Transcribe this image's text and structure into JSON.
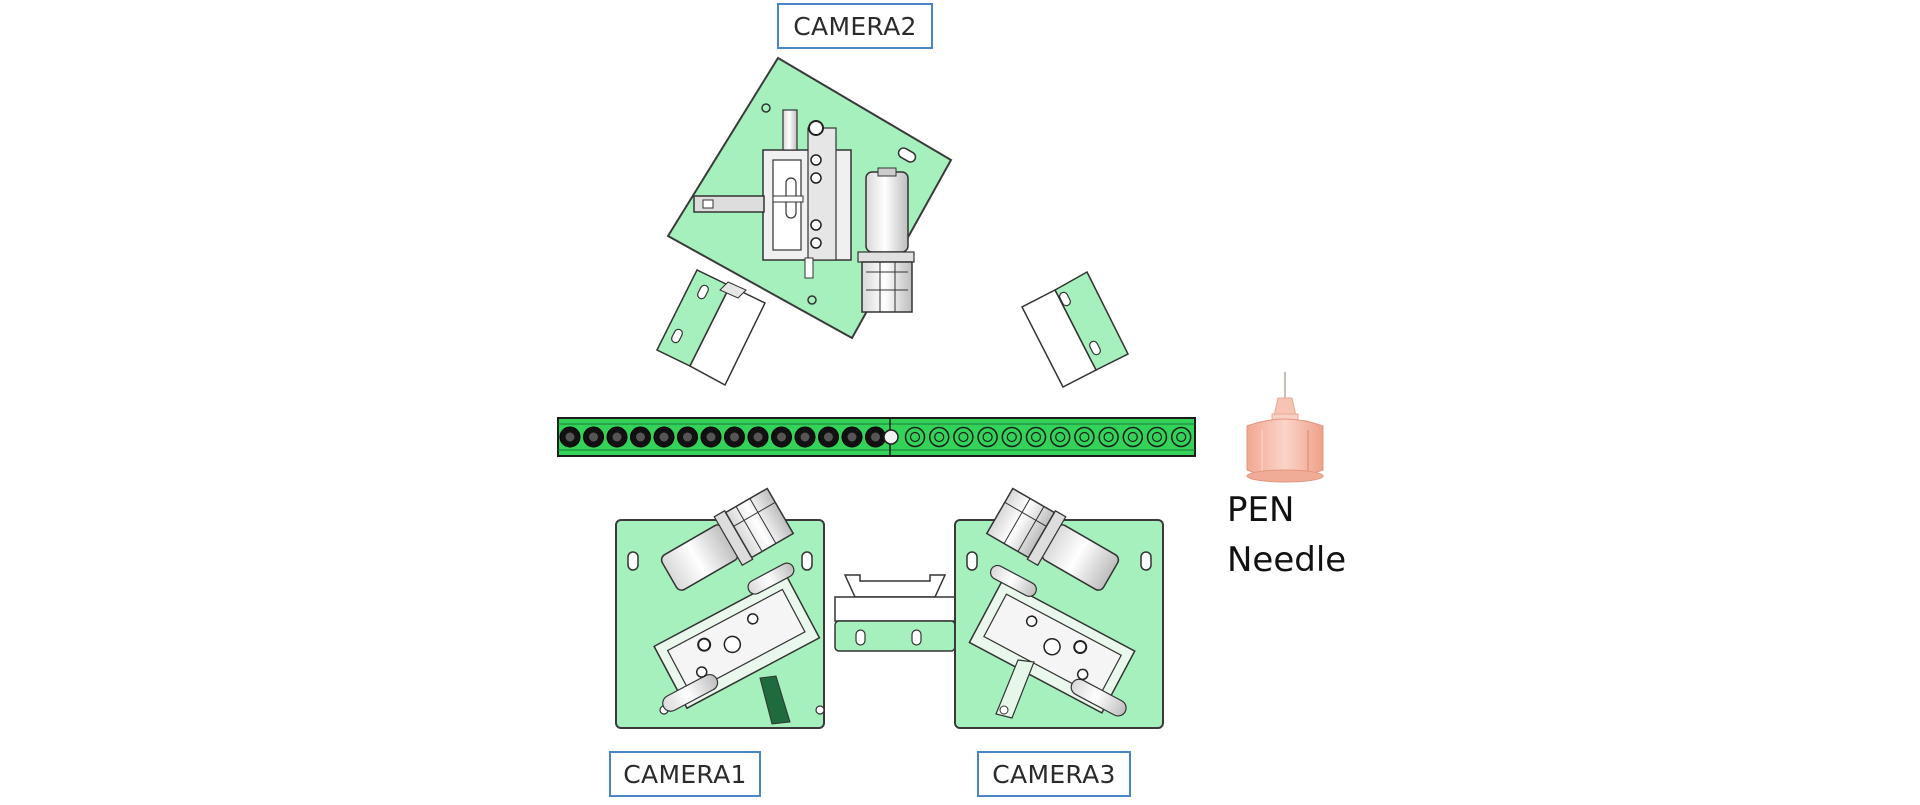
{
  "cameras": {
    "camera2": "CAMERA2",
    "camera1": "CAMERA1",
    "camera3": "CAMERA3"
  },
  "needle": {
    "line1": "PEN",
    "line2": "Needle"
  },
  "colors": {
    "plate_fill": "#a6f0be",
    "plate_stroke": "#3a3a3a",
    "conveyor_fill": "#33d35a",
    "label_border": "#4a86c5",
    "needle_fill": "#f4b9a8"
  },
  "conveyor": {
    "dark_holes": 14,
    "light_holes": 12
  }
}
